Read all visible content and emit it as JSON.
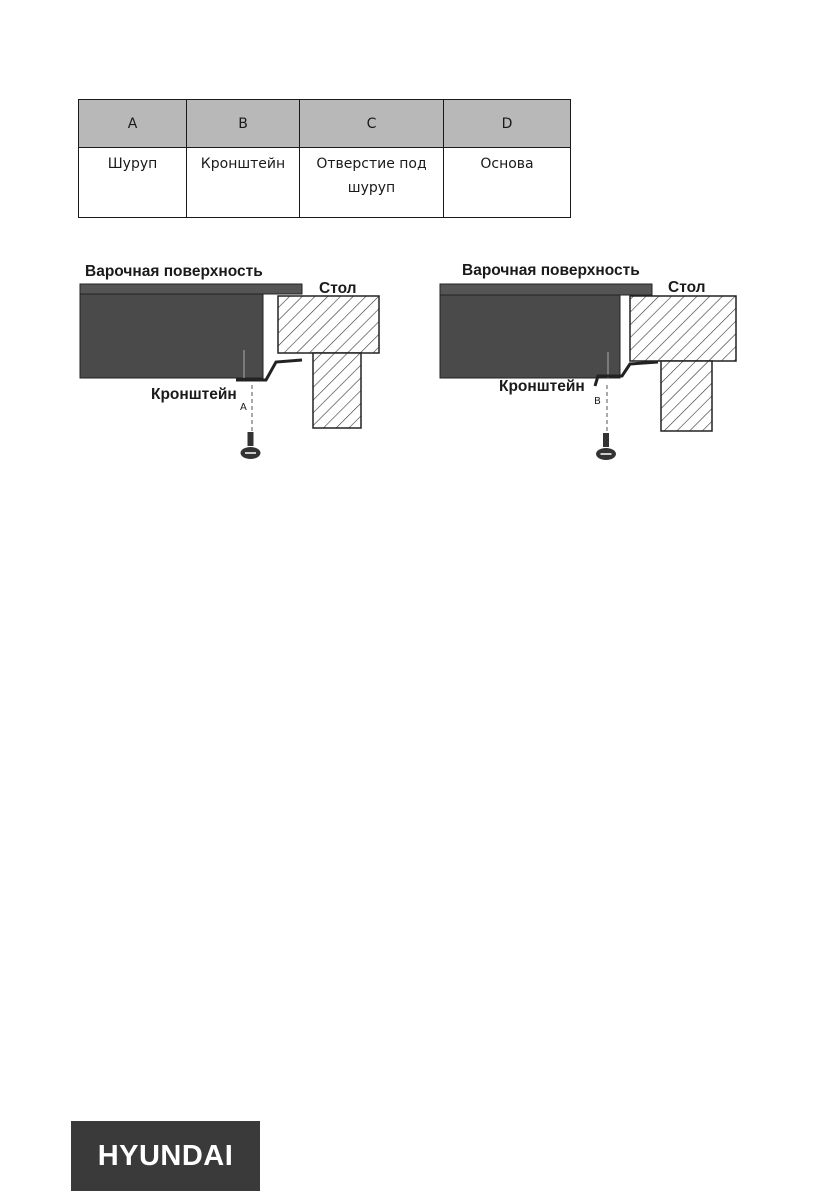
{
  "legend": {
    "headers": [
      "A",
      "B",
      "C",
      "D"
    ],
    "values": [
      "Шуруп",
      "Кронштейн",
      "Отверстие под шуруп",
      "Основа"
    ]
  },
  "diagram_left": {
    "hob_label": "Варочная поверхность",
    "table_label": "Стол",
    "bracket_label": "Кронштейн",
    "marker": "A"
  },
  "diagram_right": {
    "hob_label": "Варочная поверхность",
    "table_label": "Стол",
    "bracket_label": "Кронштейн",
    "marker": "B"
  },
  "brand": {
    "logo_text": "HYUNDAI"
  },
  "colors": {
    "hob_body": "#4a4a4a",
    "header_fill": "#b8b8b8",
    "logo_bg": "#3a3a3a"
  }
}
